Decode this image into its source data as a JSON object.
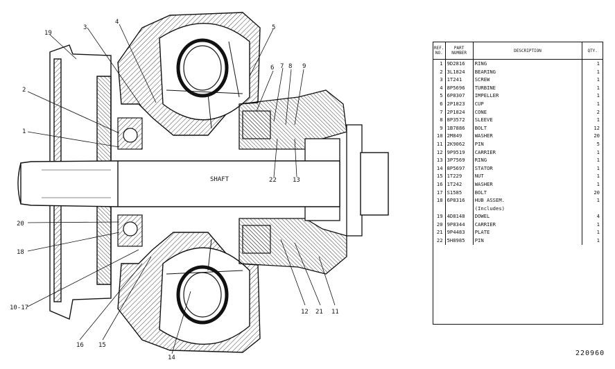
{
  "drawing": {
    "center_label": "SHAFT",
    "callouts": [
      "19",
      "3",
      "4",
      "5",
      "6",
      "7",
      "8",
      "9",
      "2",
      "1",
      "22",
      "13",
      "20",
      "18",
      "10-17",
      "16",
      "15",
      "14",
      "12",
      "21",
      "11"
    ],
    "drawing_number": "220960"
  },
  "parts_list": {
    "headers": [
      "REF. NO.",
      "PART NUMBER",
      "DESCRIPTION",
      "QTY."
    ],
    "rows": [
      {
        "ref": "1",
        "part": "9D2816",
        "desc": "RING",
        "qty": "1"
      },
      {
        "ref": "2",
        "part": "3L1824",
        "desc": "BEARING",
        "qty": "1"
      },
      {
        "ref": "3",
        "part": "1T241",
        "desc": "SCREW",
        "qty": "1"
      },
      {
        "ref": "4",
        "part": "8P5696",
        "desc": "TURBINE",
        "qty": "1"
      },
      {
        "ref": "5",
        "part": "6P8307",
        "desc": "IMPELLER",
        "qty": "1"
      },
      {
        "ref": "6",
        "part": "2P1823",
        "desc": "CUP",
        "qty": "1"
      },
      {
        "ref": "7",
        "part": "2P1824",
        "desc": "CONE",
        "qty": "2"
      },
      {
        "ref": "8",
        "part": "8P3572",
        "desc": "SLEEVE",
        "qty": "1"
      },
      {
        "ref": "9",
        "part": "1B7886",
        "desc": "BOLT",
        "qty": "12"
      },
      {
        "ref": "10",
        "part": "2M849",
        "desc": "WASHER",
        "qty": "20"
      },
      {
        "ref": "11",
        "part": "2K9062",
        "desc": "PIN",
        "qty": "5"
      },
      {
        "ref": "12",
        "part": "9P9519",
        "desc": "CARRIER",
        "qty": "1"
      },
      {
        "ref": "13",
        "part": "3P7569",
        "desc": "RING",
        "qty": "1"
      },
      {
        "ref": "14",
        "part": "8P5697",
        "desc": "STATOR",
        "qty": "1"
      },
      {
        "ref": "15",
        "part": "1T229",
        "desc": "NUT",
        "qty": "1"
      },
      {
        "ref": "16",
        "part": "1T242",
        "desc": "WASHER",
        "qty": "1"
      },
      {
        "ref": "17",
        "part": "S1585",
        "desc": "BOLT",
        "qty": "20"
      },
      {
        "ref": "18",
        "part": "6P8316",
        "desc": "HUB ASSEM.",
        "qty": "1"
      },
      {
        "ref": "",
        "part": "",
        "desc": "(Includes)",
        "qty": ""
      },
      {
        "ref": "19",
        "part": "4D8148",
        "desc": "DOWEL",
        "qty": "4"
      },
      {
        "ref": "20",
        "part": "9P8344",
        "desc": "CARRIER",
        "qty": "1"
      },
      {
        "ref": "21",
        "part": "9P4483",
        "desc": "PLATE",
        "qty": "1"
      },
      {
        "ref": "22",
        "part": "5H8985",
        "desc": "PIN",
        "qty": "1"
      }
    ]
  }
}
